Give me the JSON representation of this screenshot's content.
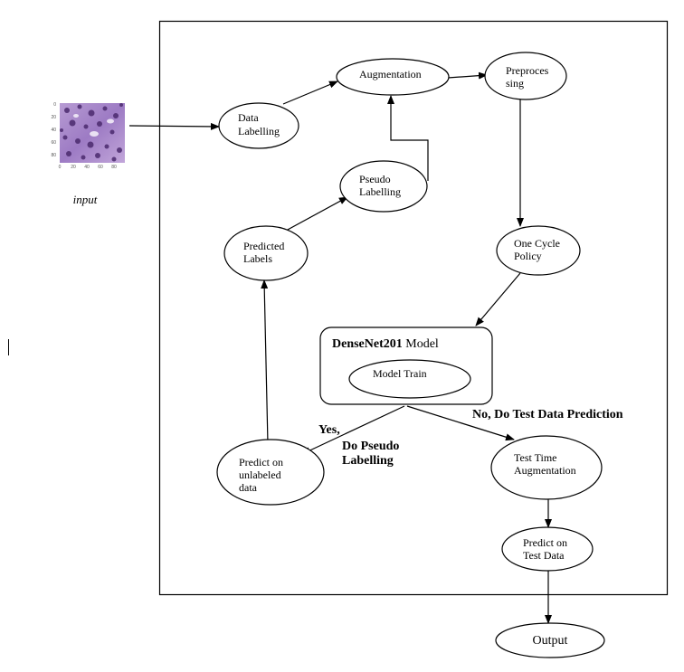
{
  "input_label": "input",
  "input_image": {
    "tick_labels_x": [
      "0",
      "20",
      "40",
      "60",
      "80"
    ],
    "tick_labels_y": [
      "0",
      "20",
      "40",
      "60",
      "80"
    ]
  },
  "nodes": {
    "data_labelling": [
      "Data",
      "Labelling"
    ],
    "augmentation": [
      "Augmentation"
    ],
    "preprocessing": [
      "Preproces",
      "sing"
    ],
    "pseudo_labelling": [
      "Pseudo",
      "Labelling"
    ],
    "predicted_labels": [
      "Predicted",
      "Labels"
    ],
    "one_cycle_policy": [
      "One Cycle",
      "Policy"
    ],
    "model_box_title_bold": "DenseNet201",
    "model_box_title_rest": " Model",
    "model_train": "Model Train",
    "predict_unlabeled": [
      "Predict on",
      "unlabeled",
      "data"
    ],
    "test_time_augmentation": [
      "Test Time",
      "Augmentation"
    ],
    "predict_test": [
      "Predict on",
      "Test Data"
    ],
    "output": "Output"
  },
  "edge_labels": {
    "yes": [
      "Yes,",
      "Do Pseudo",
      "Labelling"
    ],
    "no": "No, Do Test Data Prediction"
  }
}
